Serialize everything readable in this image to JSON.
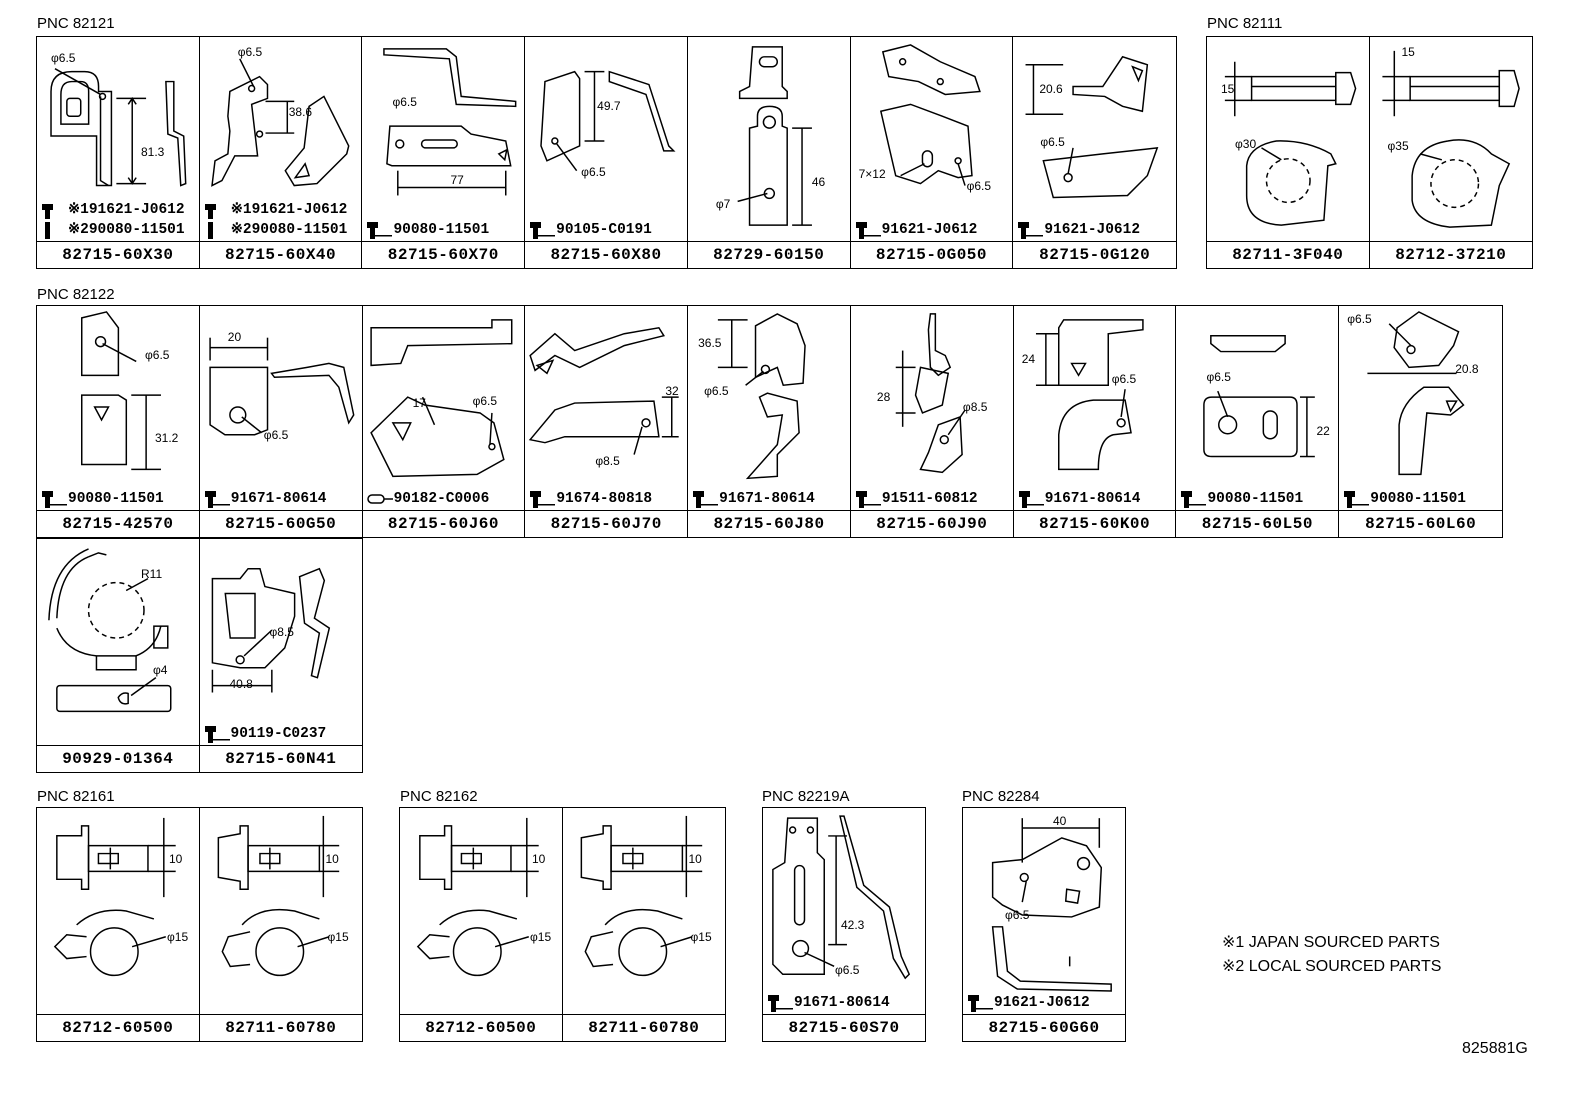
{
  "groups": [
    {
      "pnc": "PNC 82121",
      "cells": [
        {
          "part": "82715-60X30",
          "dims": [
            "φ6.5",
            "81.3"
          ],
          "fasteners": [
            "※191621-J0612",
            "※290080-11501"
          ]
        },
        {
          "part": "82715-60X40",
          "dims": [
            "φ6.5",
            "38.6"
          ],
          "fasteners": [
            "※191621-J0612",
            "※290080-11501"
          ]
        },
        {
          "part": "82715-60X70",
          "dims": [
            "φ6.5",
            "77"
          ],
          "fasteners": [
            "90080-11501"
          ]
        },
        {
          "part": "82715-60X80",
          "dims": [
            "49.7",
            "φ6.5"
          ],
          "fasteners": [
            "90105-C0191"
          ]
        },
        {
          "part": "82729-60150",
          "dims": [
            "46",
            "φ7"
          ],
          "fasteners": []
        },
        {
          "part": "82715-0G050",
          "dims": [
            "7×12",
            "φ6.5"
          ],
          "fasteners": [
            "91621-J0612"
          ]
        },
        {
          "part": "82715-0G120",
          "dims": [
            "20.6",
            "φ6.5"
          ],
          "fasteners": [
            "91621-J0612"
          ]
        }
      ]
    },
    {
      "pnc": "PNC 82111",
      "cells": [
        {
          "part": "82711-3F040",
          "dims": [
            "15",
            "φ30"
          ],
          "fasteners": []
        },
        {
          "part": "82712-37210",
          "dims": [
            "15",
            "φ35"
          ],
          "fasteners": []
        }
      ]
    },
    {
      "pnc": "PNC 82122",
      "cells": [
        {
          "part": "82715-42570",
          "dims": [
            "φ6.5",
            "31.2"
          ],
          "fasteners": [
            "90080-11501"
          ]
        },
        {
          "part": "82715-60G50",
          "dims": [
            "20",
            "φ6.5"
          ],
          "fasteners": [
            "91671-80614"
          ]
        },
        {
          "part": "82715-60J60",
          "dims": [
            "17",
            "φ6.5"
          ],
          "fasteners": [
            "90182-C0006"
          ]
        },
        {
          "part": "82715-60J70",
          "dims": [
            "32",
            "φ8.5"
          ],
          "fasteners": [
            "91674-80818"
          ]
        },
        {
          "part": "82715-60J80",
          "dims": [
            "36.5",
            "φ6.5"
          ],
          "fasteners": [
            "91671-80614"
          ]
        },
        {
          "part": "82715-60J90",
          "dims": [
            "28",
            "φ8.5"
          ],
          "fasteners": [
            "91511-60812"
          ]
        },
        {
          "part": "82715-60K00",
          "dims": [
            "24",
            "φ6.5"
          ],
          "fasteners": [
            "91671-80614"
          ]
        },
        {
          "part": "82715-60L50",
          "dims": [
            "φ6.5",
            "22"
          ],
          "fasteners": [
            "90080-11501"
          ]
        },
        {
          "part": "82715-60L60",
          "dims": [
            "φ6.5",
            "20.8"
          ],
          "fasteners": [
            "90080-11501"
          ]
        }
      ]
    },
    {
      "pnc": "",
      "cells": [
        {
          "part": "90929-01364",
          "dims": [
            "R11",
            "φ4"
          ],
          "fasteners": []
        },
        {
          "part": "82715-60N41",
          "dims": [
            "φ8.5",
            "40.8"
          ],
          "fasteners": [
            "90119-C0237"
          ]
        }
      ]
    },
    {
      "pnc": "PNC 82161",
      "cells": [
        {
          "part": "82712-60500",
          "dims": [
            "10",
            "φ15"
          ],
          "fasteners": []
        },
        {
          "part": "82711-60780",
          "dims": [
            "10",
            "φ15"
          ],
          "fasteners": []
        }
      ]
    },
    {
      "pnc": "PNC 82162",
      "cells": [
        {
          "part": "82712-60500",
          "dims": [
            "10",
            "φ15"
          ],
          "fasteners": []
        },
        {
          "part": "82711-60780",
          "dims": [
            "10",
            "φ15"
          ],
          "fasteners": []
        }
      ]
    },
    {
      "pnc": "PNC 82219A",
      "cells": [
        {
          "part": "82715-60S70",
          "dims": [
            "42.3",
            "φ6.5"
          ],
          "fasteners": [
            "91671-80614"
          ]
        }
      ]
    },
    {
      "pnc": "PNC 82284",
      "cells": [
        {
          "part": "82715-60G60",
          "dims": [
            "40",
            "φ6.5"
          ],
          "fasteners": [
            "91621-J0612"
          ]
        }
      ]
    }
  ],
  "notes": [
    "※1 JAPAN SOURCED PARTS",
    "※2 LOCAL SOURCED PARTS"
  ],
  "figure_number": "825881G"
}
